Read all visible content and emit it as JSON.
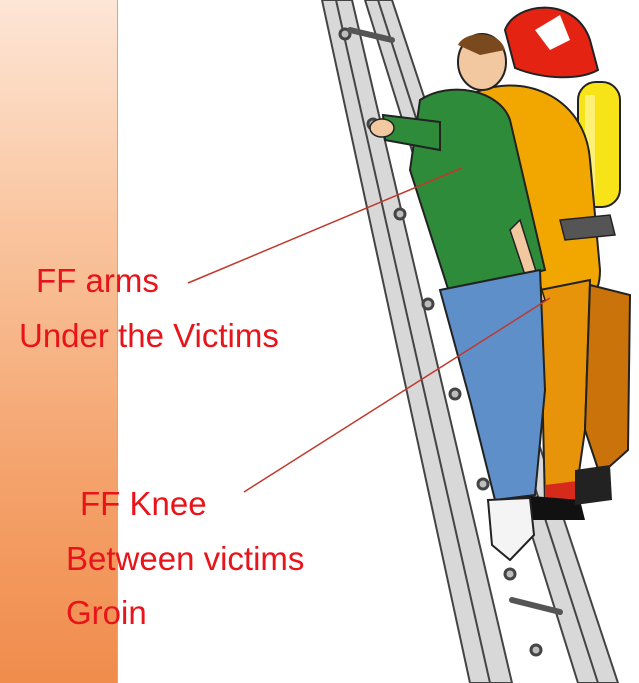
{
  "labels": {
    "arms_line1": "FF arms",
    "arms_line2": "Under the Victims",
    "knee_line1": "FF Knee",
    "knee_line2": "Between victims",
    "knee_line3": "Groin"
  },
  "colors": {
    "label_text": "#e8141a",
    "pointer_line": "#c0392b",
    "side_bar": "#f4a26b"
  },
  "illustration": {
    "subject": "firefighter carrying victim down ladder",
    "icons": [
      "ladder-icon",
      "firefighter-icon",
      "victim-icon",
      "air-tank-icon",
      "helmet-icon"
    ]
  }
}
